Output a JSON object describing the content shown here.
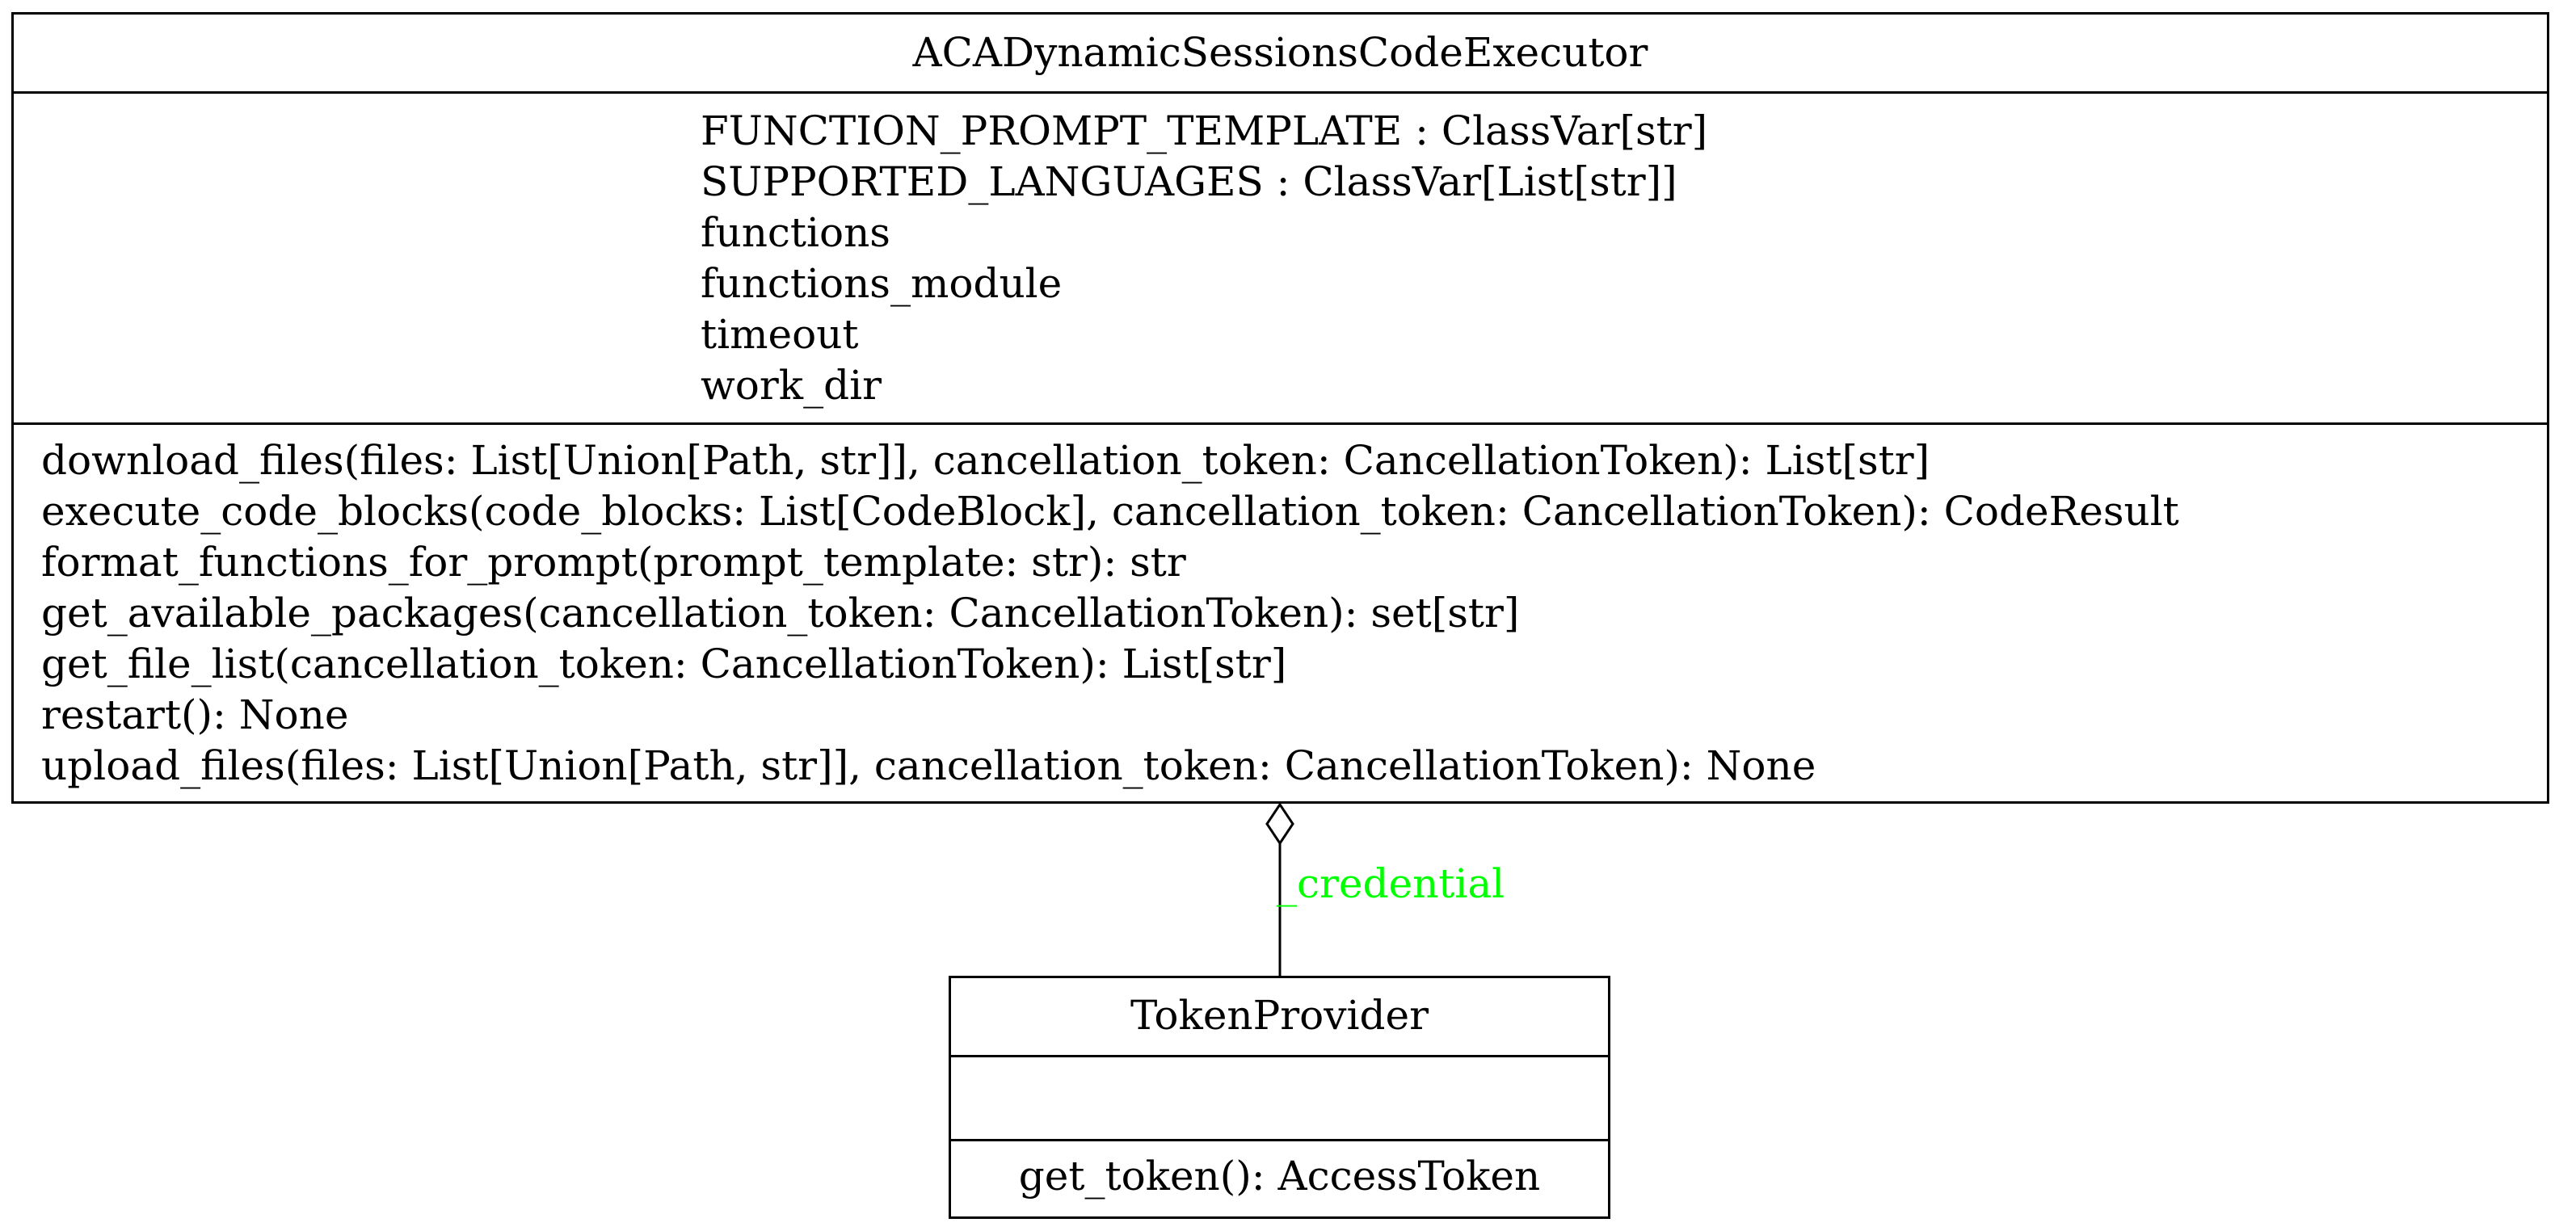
{
  "diagram": {
    "type": "uml-class-diagram",
    "classes": [
      {
        "name": "ACADynamicSessionsCodeExecutor",
        "attributes": [
          "FUNCTION_PROMPT_TEMPLATE : ClassVar[str]",
          "SUPPORTED_LANGUAGES : ClassVar[List[str]]",
          "functions",
          "functions_module",
          "timeout",
          "work_dir"
        ],
        "methods": [
          "download_files(files: List[Union[Path, str]], cancellation_token: CancellationToken): List[str]",
          "execute_code_blocks(code_blocks: List[CodeBlock], cancellation_token: CancellationToken): CodeResult",
          "format_functions_for_prompt(prompt_template: str): str",
          "get_available_packages(cancellation_token: CancellationToken): set[str]",
          "get_file_list(cancellation_token: CancellationToken): List[str]",
          "restart(): None",
          "upload_files(files: List[Union[Path, str]], cancellation_token: CancellationToken): None"
        ]
      },
      {
        "name": "TokenProvider",
        "attributes": [],
        "methods": [
          "get_token(): AccessToken"
        ]
      }
    ],
    "relations": [
      {
        "kind": "aggregation",
        "from": "ACADynamicSessionsCodeExecutor",
        "to": "TokenProvider",
        "label": "_credential",
        "label_color": "#00ff00"
      }
    ]
  }
}
